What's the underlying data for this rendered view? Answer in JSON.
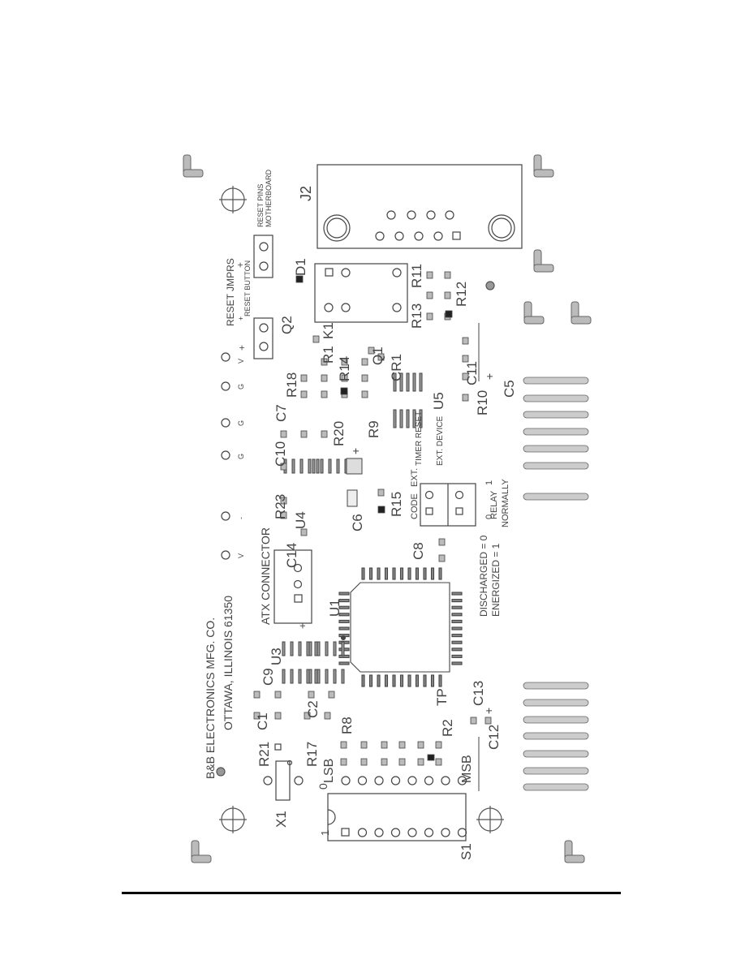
{
  "maker": {
    "company": "B&B ELECTRONICS MFG. CO.",
    "address": "OTTAWA, ILLINOIS 61350"
  },
  "sections": {
    "reset_jumpers": "RESET JMPRS",
    "reset_button": "RESET BUTTON",
    "reset_pins": "RESET PINS MOTHERBOARD",
    "atx_connector": "ATX CONNECTOR",
    "code": "CODE",
    "ext": "EXT.",
    "timer_reset": "TIMER RESET",
    "ext_device": "EXT. DEVICE",
    "relay_normally": "RELAY NORMALLY",
    "discharged": "DISCHARGED = 0",
    "energized": "ENERGIZED = 1"
  },
  "header_pin_letters": [
    "V",
    "G",
    "G",
    "G",
    "-",
    "V",
    "+"
  ],
  "designators": {
    "J2": "J2",
    "D1": "D1",
    "Q2": "Q2",
    "K1": "K1",
    "R11": "R11",
    "R12": "R12",
    "R13": "R13",
    "R14": "R14",
    "R18": "R18",
    "R1": "R1",
    "C7": "C7",
    "Q1": "Q1",
    "CR1": "CR1",
    "R9": "R9",
    "R20": "R20",
    "C10": "C10",
    "U5": "U5",
    "C11": "C11",
    "R10": "R10",
    "C5": "C5",
    "R23": "R23",
    "U4": "U4",
    "C6": "C6",
    "R15": "R15",
    "C14": "C14",
    "C8": "C8",
    "U1": "U1",
    "U3": "U3",
    "C9": "C9",
    "C1": "C1",
    "C2": "C2",
    "R21": "R21",
    "R17": "R17",
    "R8": "R8",
    "R2": "R2",
    "TP": "TP",
    "C13": "C13",
    "C12": "C12",
    "X1": "X1",
    "S1": "S1",
    "LSB": "LSB",
    "MSB": "MSB"
  },
  "marks": {
    "zero": "0",
    "one": "1",
    "plus": "+",
    "minus": "-",
    "pin1": "1"
  }
}
